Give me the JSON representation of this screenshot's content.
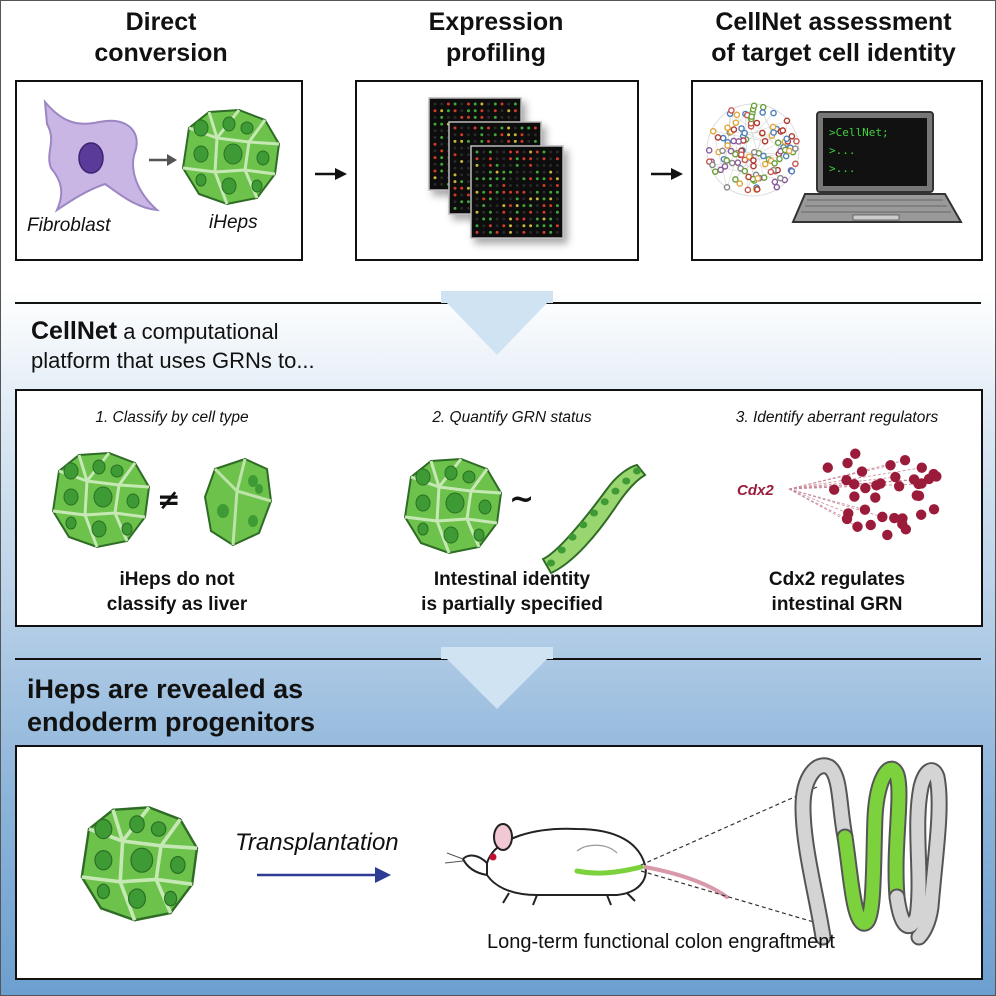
{
  "header": {
    "col1": [
      "Direct",
      "conversion"
    ],
    "col2": [
      "Expression",
      "profiling"
    ],
    "col3": [
      "CellNet assessment",
      "of target cell identity"
    ]
  },
  "panel1": {
    "fibroblast": "Fibroblast",
    "iheps": "iHeps"
  },
  "panel3": {
    "terminal": [
      ">CellNet;",
      ">...",
      ">..."
    ]
  },
  "cellnet": {
    "title": "CellNet",
    "line1_rest": " a computational",
    "line2": "platform that uses GRNs to..."
  },
  "steps": [
    {
      "title": "1. Classify by cell type",
      "symbol": "≠",
      "result": [
        "iHeps do not",
        "classify as liver"
      ]
    },
    {
      "title": "2. Quantify GRN status",
      "symbol": "~",
      "result": [
        "Intestinal identity",
        "is partially specified"
      ]
    },
    {
      "title": "3. Identify aberrant regulators",
      "label": "Cdx2",
      "result": [
        "Cdx2 regulates",
        "intestinal GRN"
      ]
    }
  ],
  "reveal": [
    "iHeps are revealed as",
    "endoderm progenitors"
  ],
  "bottom": {
    "arrow_label": "Transplantation",
    "caption": "Long-term functional colon engraftment"
  },
  "colors": {
    "cell_green": "#6cc24a",
    "nucleus_green": "#3e9a35",
    "arrow_blue": "#2c3b93",
    "network_red": "#9b1b3b",
    "chevron_blue": "#cfe3f3",
    "colon_green": "#7cd23c"
  }
}
